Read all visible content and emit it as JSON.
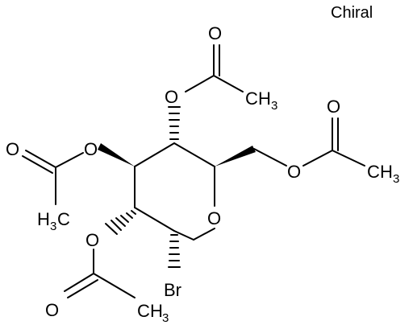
{
  "annotation": {
    "chiral": "Chiral"
  },
  "atoms": {
    "ring_oxygen": "O",
    "bromine": "Br",
    "oxygen": "O",
    "methyl_c": "C",
    "methyl_h": "H",
    "methyl_3": "3"
  }
}
